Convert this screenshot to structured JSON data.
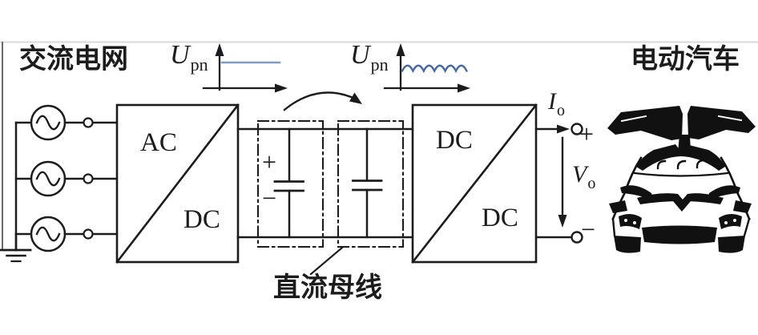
{
  "diagram": {
    "ac_grid_label": "交流电网",
    "ev_label": "电动汽车",
    "dc_bus_label": "直流母线",
    "converter_acdc": {
      "input": "AC",
      "output": "DC"
    },
    "converter_dcdc": {
      "input": "DC",
      "output": "DC"
    },
    "cap_bank": {
      "plus": "+",
      "minus": "−"
    },
    "plots": [
      {
        "var": "U",
        "sub": "pn",
        "waveform": "flat dc line"
      },
      {
        "var": "U",
        "sub": "pn",
        "waveform": "dc line with ripple"
      }
    ],
    "output": {
      "current_var": "I",
      "current_sub": "o",
      "plus": "+",
      "voltage_var": "V",
      "voltage_sub": "o",
      "minus": "−"
    },
    "colors": {
      "line": "#1c1c1c",
      "flat_wave_blue": "#7e9bc6",
      "ripple_wave_blue": "#4466ab",
      "frame_gray": "#d8d8d8"
    }
  }
}
